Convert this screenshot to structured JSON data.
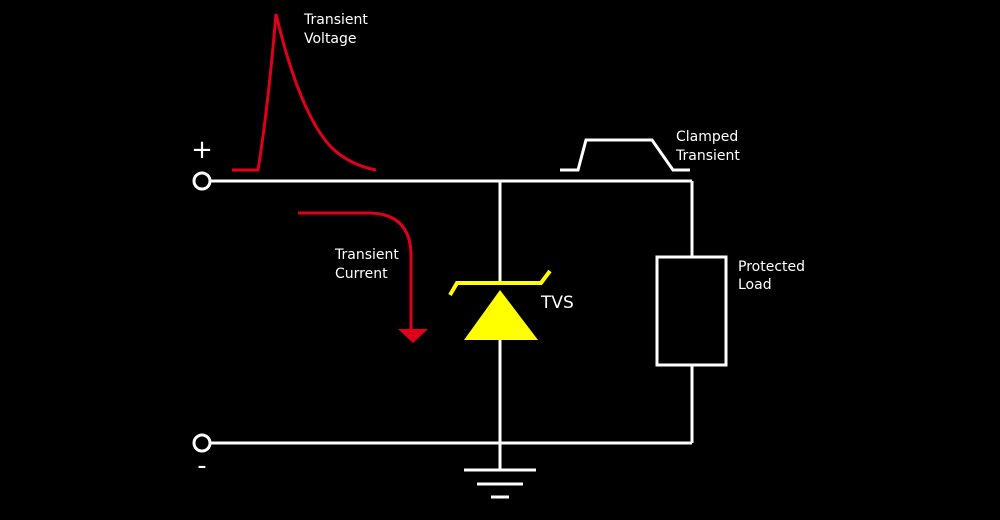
{
  "labels": {
    "transient_voltage": [
      "Transient",
      "Voltage"
    ],
    "clamped_transient": [
      "Clamped",
      "Transient"
    ],
    "transient_current": [
      "Transient",
      "Current"
    ],
    "protected_load": [
      "Protected",
      "Load"
    ],
    "tvs": "TVS",
    "plus": "+",
    "minus": "-"
  },
  "colors": {
    "background": "#000000",
    "wire": "#ffffff",
    "transient": "#e0001b",
    "tvs_diode": "#ffff00"
  },
  "icons": {
    "terminals": "open-circle",
    "ground": "ground-symbol",
    "diode": "bidirectional-tvs-diode"
  }
}
